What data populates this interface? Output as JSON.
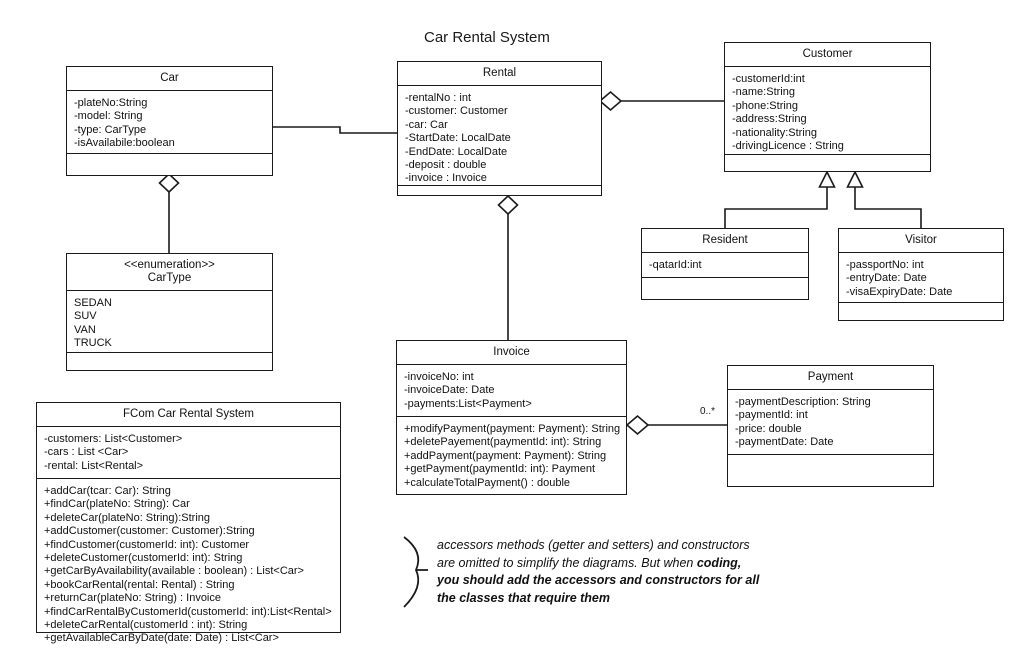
{
  "diagram": {
    "title": "Car Rental System",
    "type": "uml-class-diagram"
  },
  "classes": {
    "car": {
      "name": "Car",
      "attributes": [
        "-plateNo:String",
        "-model: String",
        "-type: CarType",
        "-isAvailabile:boolean"
      ],
      "methods": []
    },
    "cartype": {
      "stereotype": "<<enumeration>>",
      "name": "CarType",
      "attributes": [
        "SEDAN",
        "SUV",
        "VAN",
        "TRUCK"
      ],
      "methods": []
    },
    "rental": {
      "name": "Rental",
      "attributes": [
        "-rentalNo : int",
        "-customer: Customer",
        "-car: Car",
        "-StartDate: LocalDate",
        "-EndDate: LocalDate",
        "-deposit : double",
        "-invoice : Invoice"
      ],
      "methods": []
    },
    "customer": {
      "name": "Customer",
      "attributes": [
        "-customerId:int",
        "-name:String",
        "-phone:String",
        "-address:String",
        "-nationality:String",
        "-drivingLicence : String"
      ],
      "methods": []
    },
    "resident": {
      "name": "Resident",
      "attributes": [
        "-qatarId:int"
      ],
      "methods": []
    },
    "visitor": {
      "name": "Visitor",
      "attributes": [
        "-passportNo: int",
        "-entryDate: Date",
        "-visaExpiryDate: Date"
      ],
      "methods": []
    },
    "invoice": {
      "name": "Invoice",
      "attributes": [
        "-invoiceNo: int",
        "-invoiceDate: Date",
        "-payments:List<Payment>"
      ],
      "methods": [
        "+modifyPayment(payment: Payment): String",
        "+deletePayement(paymentId: int): String",
        "+addPayment(payment: Payment): String",
        "+getPayment(paymentId: int): Payment",
        "+calculateTotalPayment() : double"
      ]
    },
    "payment": {
      "name": "Payment",
      "attributes": [
        "-paymentDescription: String",
        "-paymentId: int",
        "-price: double",
        "-paymentDate: Date"
      ],
      "methods": []
    },
    "system": {
      "name": "FCom Car Rental System",
      "attributes": [
        "-customers: List<Customer>",
        "-cars : List <Car>",
        "-rental: List<Rental>"
      ],
      "methods": [
        "+addCar(tcar: Car): String",
        "+findCar(plateNo: String): Car",
        "+deleteCar(plateNo: String):String",
        "+addCustomer(customer: Customer):String",
        "+findCustomer(customerId: int): Customer",
        "+deleteCustomer(customerId: int): String",
        "+getCarByAvailability(available : boolean) : List<Car>",
        "+bookCarRental(rental: Rental) : String",
        "+returnCar(plateNo: String) : Invoice",
        "+findCarRentalByCustomerId(customerId: int):List<Rental>",
        "+deleteCarRental(customerId : int): String",
        "+getAvailableCarByDate(date: Date) : List<Car>"
      ]
    }
  },
  "relationships": {
    "invoice_payment_multiplicity": "0..*"
  },
  "note": {
    "line1": "accessors methods (getter and setters) and constructors",
    "line2": "are omitted to simplify the diagrams. But when ",
    "line2_bold": "coding,",
    "line3_bold": "you should add the accessors and constructors for all",
    "line4_bold": "the classes that require them"
  },
  "colors": {
    "stroke": "#1a1a1a",
    "background": "#ffffff",
    "text": "#111111"
  }
}
